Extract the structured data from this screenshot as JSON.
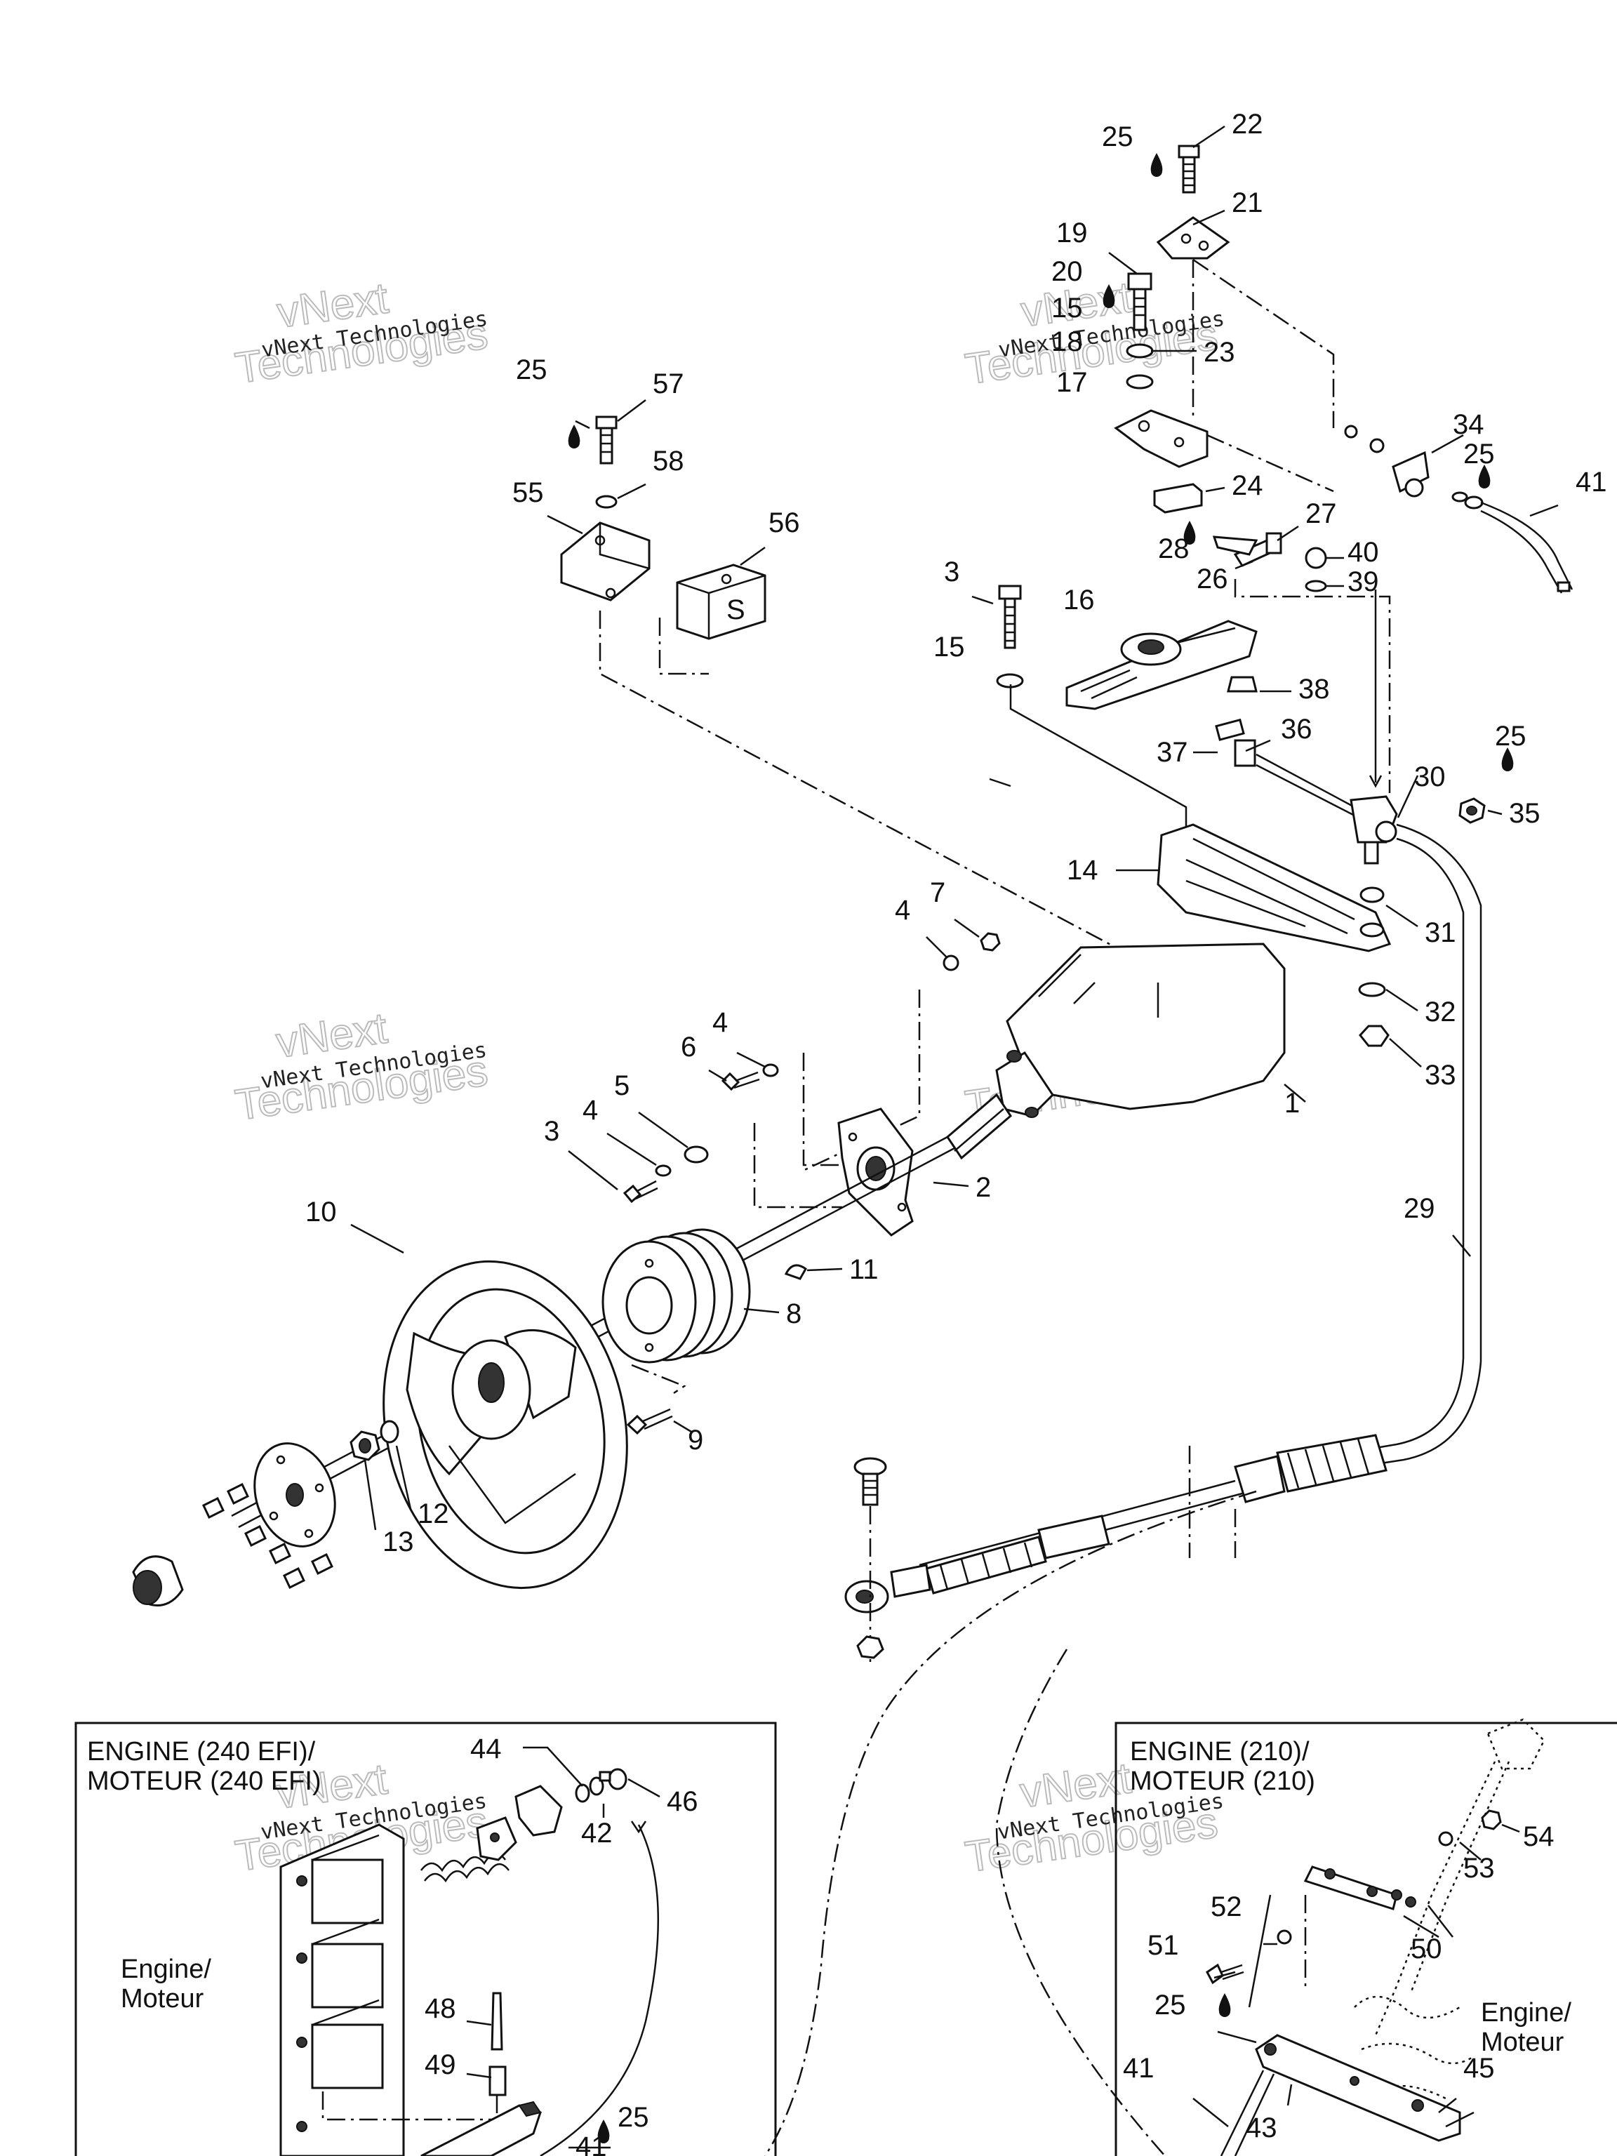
{
  "watermark": {
    "line1": "vNext Technologies",
    "line2": "vNext",
    "line3": "Technologies"
  },
  "inset_left": {
    "title_line1": "ENGINE (240 EFI)/",
    "title_line2": "MOTEUR (240 EFI)",
    "engine_label_line1": "Engine/",
    "engine_label_line2": "Moteur"
  },
  "inset_right": {
    "title_line1": "ENGINE (210)/",
    "title_line2": "MOTEUR (210)",
    "engine_label_line1": "Engine/",
    "engine_label_line2": "Moteur"
  },
  "callouts": {
    "c1": "1",
    "c2": "2",
    "c3a": "3",
    "c3b": "3",
    "c4a": "4",
    "c4b": "4",
    "c4c": "4",
    "c5": "5",
    "c6": "6",
    "c7": "7",
    "c8": "8",
    "c9": "9",
    "c10": "10",
    "c11": "11",
    "c12": "12",
    "c13": "13",
    "c14": "14",
    "c15a": "15",
    "c15b": "15",
    "c16": "16",
    "c17": "17",
    "c18": "18",
    "c19": "19",
    "c20": "20",
    "c21": "21",
    "c22": "22",
    "c23": "23",
    "c24": "24",
    "c25a": "25",
    "c25b": "25",
    "c25c": "25",
    "c25d": "25",
    "c25e": "25",
    "c25f": "25",
    "c26": "26",
    "c27": "27",
    "c28": "28",
    "c29": "29",
    "c30": "30",
    "c31": "31",
    "c32": "32",
    "c33": "33",
    "c34": "34",
    "c35": "35",
    "c36": "36",
    "c37": "37",
    "c38": "38",
    "c39": "39",
    "c40": "40",
    "c41a": "41",
    "c41b": "41",
    "c41c": "41",
    "c42": "42",
    "c43": "43",
    "c44": "44",
    "c45": "45",
    "c46": "46",
    "c48": "48",
    "c49": "49",
    "c50": "50",
    "c51": "51",
    "c52": "52",
    "c53": "53",
    "c54": "54",
    "c55": "55",
    "c56": "56",
    "c57": "57",
    "c58": "58"
  },
  "block_letter": "S"
}
